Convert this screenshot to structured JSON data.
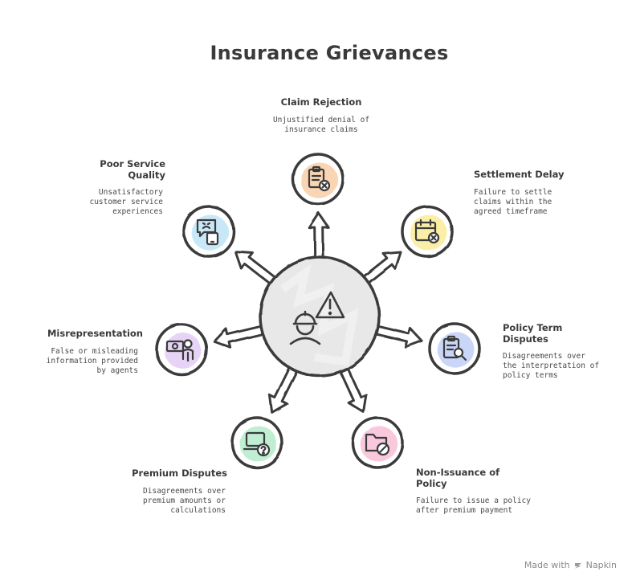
{
  "title": "Insurance Grievances",
  "center": {
    "icon": "warning-person-icon"
  },
  "items": [
    {
      "key": "claim-rejection",
      "title": "Claim Rejection",
      "desc": "Unjustified denial of\ninsurance claims",
      "color": "#f9d5b4",
      "icon": "clipboard-x-icon"
    },
    {
      "key": "settlement-delay",
      "title": "Settlement Delay",
      "desc": "Failure to settle\nclaims within the\nagreed timeframe",
      "color": "#fbeea6",
      "icon": "calendar-x-icon"
    },
    {
      "key": "policy-term-disputes",
      "title": "Policy Term\nDisputes",
      "desc": "Disagreements over\nthe interpretation of\npolicy terms",
      "color": "#c9d6f7",
      "icon": "clipboard-search-icon"
    },
    {
      "key": "non-issuance",
      "title": "Non-Issuance of\nPolicy",
      "desc": "Failure to issue a policy\nafter premium payment",
      "color": "#f9c8dc",
      "icon": "folder-block-icon"
    },
    {
      "key": "premium-disputes",
      "title": "Premium Disputes",
      "desc": "Disagreements over\npremium amounts or\ncalculations",
      "color": "#bfeed3",
      "icon": "laptop-question-icon"
    },
    {
      "key": "misrepresentation",
      "title": "Misrepresentation",
      "desc": "False or misleading\ninformation provided\nby agents",
      "color": "#e7d3f5",
      "icon": "money-person-icon"
    },
    {
      "key": "poor-service-quality",
      "title": "Poor Service\nQuality",
      "desc": "Unsatisfactory\ncustomer service\nexperiences",
      "color": "#c8e8f8",
      "icon": "phone-sad-chat-icon"
    }
  ],
  "footer": {
    "made_with": "Made with",
    "brand": "Napkin"
  }
}
